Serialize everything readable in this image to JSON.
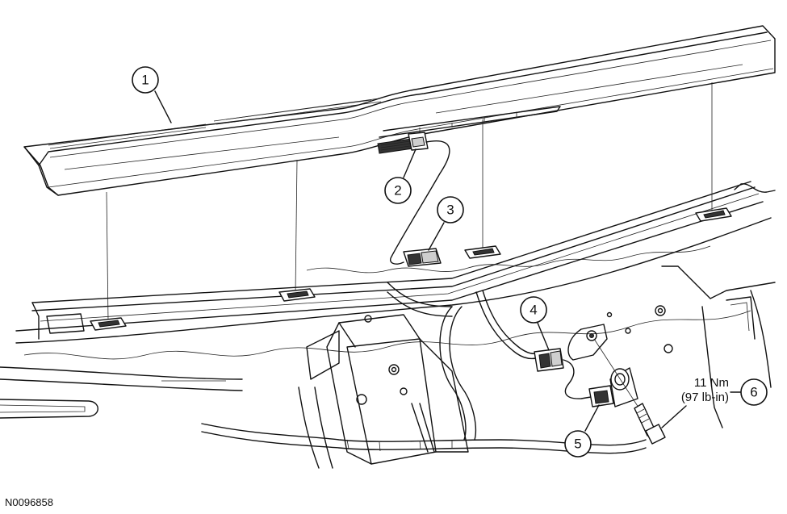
{
  "callouts": [
    "1",
    "2",
    "3",
    "4",
    "5",
    "6"
  ],
  "torque": {
    "value": "11 Nm",
    "imperial": "(97 lb-in)"
  },
  "figure_id": "N0096858"
}
